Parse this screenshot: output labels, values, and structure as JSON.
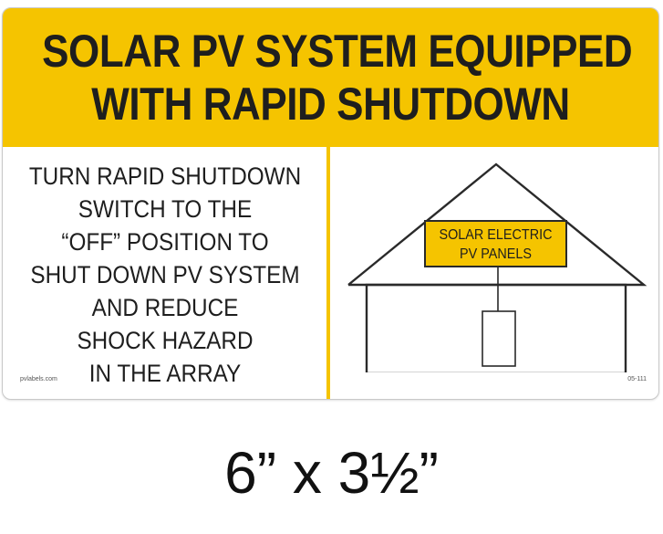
{
  "sign": {
    "header_line1": "SOLAR PV SYSTEM EQUIPPED",
    "header_line2": "WITH RAPID SHUTDOWN",
    "instructions": [
      "TURN RAPID SHUTDOWN",
      "SWITCH TO THE",
      "“OFF” POSITION TO",
      "SHUT DOWN PV SYSTEM",
      "AND REDUCE",
      "SHOCK HAZARD",
      "IN THE ARRAY"
    ],
    "panel_label_line1": "SOLAR ELECTRIC",
    "panel_label_line2": "PV PANELS",
    "website": "pvlabels.com",
    "part_number": "05-111"
  },
  "size_caption": "6” x 3½”",
  "colors": {
    "sign_yellow": "#f5c400",
    "text_dark": "#1e1e1e",
    "line_dark": "#2a2a2a"
  },
  "icons": {
    "house": "house-diagram-icon"
  }
}
